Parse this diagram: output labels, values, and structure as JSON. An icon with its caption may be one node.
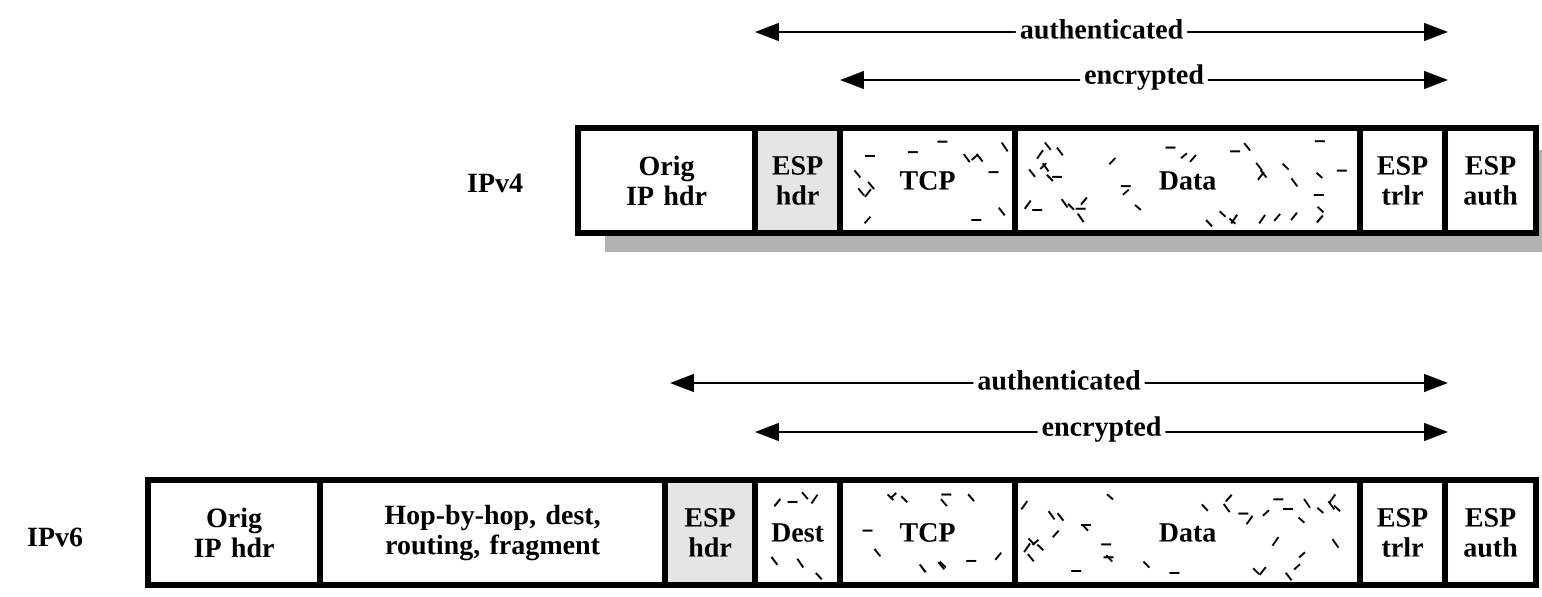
{
  "diagram": {
    "nodes": [
      {
        "text": [
          "Orig IP hdr"
        ]
      },
      {
        "text": [
          "ESP hdr"
        ]
      },
      {
        "text": [
          "TCP"
        ]
      },
      {
        "text": [
          "Data"
        ]
      },
      {
        "text": [
          "ESP trlr"
        ]
      },
      {
        "text": [
          "ESP auth"
        ]
      },
      {
        "text": [
          "Orig IP hdr"
        ]
      },
      {
        "text": [
          "Hop-by-hop, dest, routing, fragment"
        ]
      },
      {
        "text": [
          "ESP hdr"
        ]
      },
      {
        "text": [
          "Dest"
        ]
      },
      {
        "text": [
          "TCP"
        ]
      },
      {
        "text": [
          "Data"
        ]
      },
      {
        "text": [
          "ESP trlr"
        ]
      },
      {
        "text": [
          "ESP auth"
        ]
      }
    ],
    "labels": [
      "authenticated",
      "encrypted",
      "IPv4",
      "authenticated",
      "encrypted",
      "IPv6"
    ]
  }
}
